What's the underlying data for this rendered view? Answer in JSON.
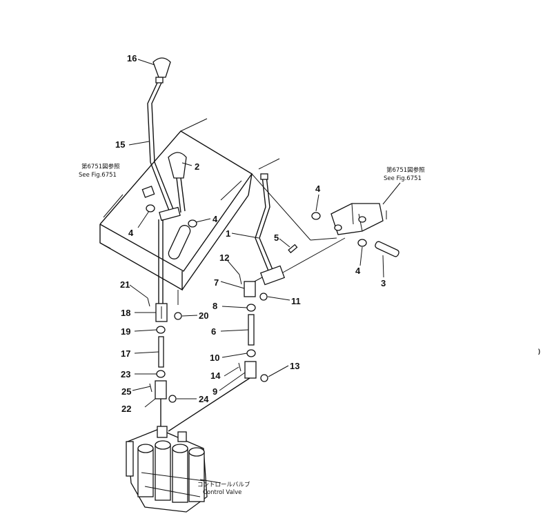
{
  "callouts": [
    "1",
    "2",
    "3",
    "4",
    "4",
    "4",
    "4",
    "5",
    "6",
    "7",
    "8",
    "9",
    "10",
    "11",
    "12",
    "13",
    "14",
    "15",
    "16",
    "17",
    "18",
    "19",
    "20",
    "21",
    "22",
    "23",
    "24",
    "25"
  ],
  "notes": {
    "left_jp": "第6751図参照",
    "left_en": "See Fig.6751",
    "right_jp": "第6751図参照",
    "right_en": "See Fig.6751",
    "valve_jp": "コントロールバルブ",
    "valve_en": "Control Valve"
  }
}
